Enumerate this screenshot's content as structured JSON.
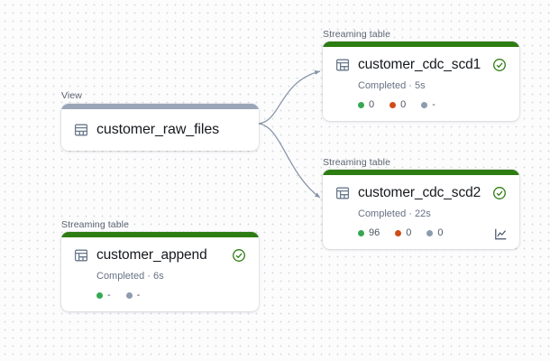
{
  "canvas": {
    "background_color": "#fcfcfd",
    "dot_color": "#d8dbe0",
    "accent_green": "#2e7d12",
    "accent_grey": "#9aa6b8",
    "edge_color": "#8795a8"
  },
  "nodes": [
    {
      "id": "customer_raw_files",
      "kind_label": "View",
      "title": "customer_raw_files",
      "accent": "grey",
      "icon": "view-table-icon",
      "has_status": false,
      "status_icon": "",
      "subtitle": "",
      "metrics": [],
      "has_chart_icon": false
    },
    {
      "id": "customer_cdc_scd1",
      "kind_label": "Streaming table",
      "title": "customer_cdc_scd1",
      "accent": "green",
      "icon": "streaming-table-icon",
      "has_status": true,
      "status_icon": "check-circle-icon",
      "subtitle": "Completed · 5s",
      "metrics": [
        {
          "color": "green",
          "value": "0"
        },
        {
          "color": "orange",
          "value": "0"
        },
        {
          "color": "grey",
          "value": "-"
        }
      ],
      "has_chart_icon": false
    },
    {
      "id": "customer_cdc_scd2",
      "kind_label": "Streaming table",
      "title": "customer_cdc_scd2",
      "accent": "green",
      "icon": "streaming-table-icon",
      "has_status": true,
      "status_icon": "check-circle-icon",
      "subtitle": "Completed · 22s",
      "metrics": [
        {
          "color": "green",
          "value": "96"
        },
        {
          "color": "orange",
          "value": "0"
        },
        {
          "color": "grey",
          "value": "0"
        }
      ],
      "has_chart_icon": true,
      "chart_icon": "line-chart-icon"
    },
    {
      "id": "customer_append",
      "kind_label": "Streaming table",
      "title": "customer_append",
      "accent": "green",
      "icon": "streaming-table-icon",
      "has_status": true,
      "status_icon": "check-circle-icon",
      "subtitle": "Completed · 6s",
      "metrics": [
        {
          "color": "green",
          "value": "-"
        },
        {
          "color": "grey",
          "value": "-"
        }
      ],
      "has_chart_icon": false
    }
  ]
}
